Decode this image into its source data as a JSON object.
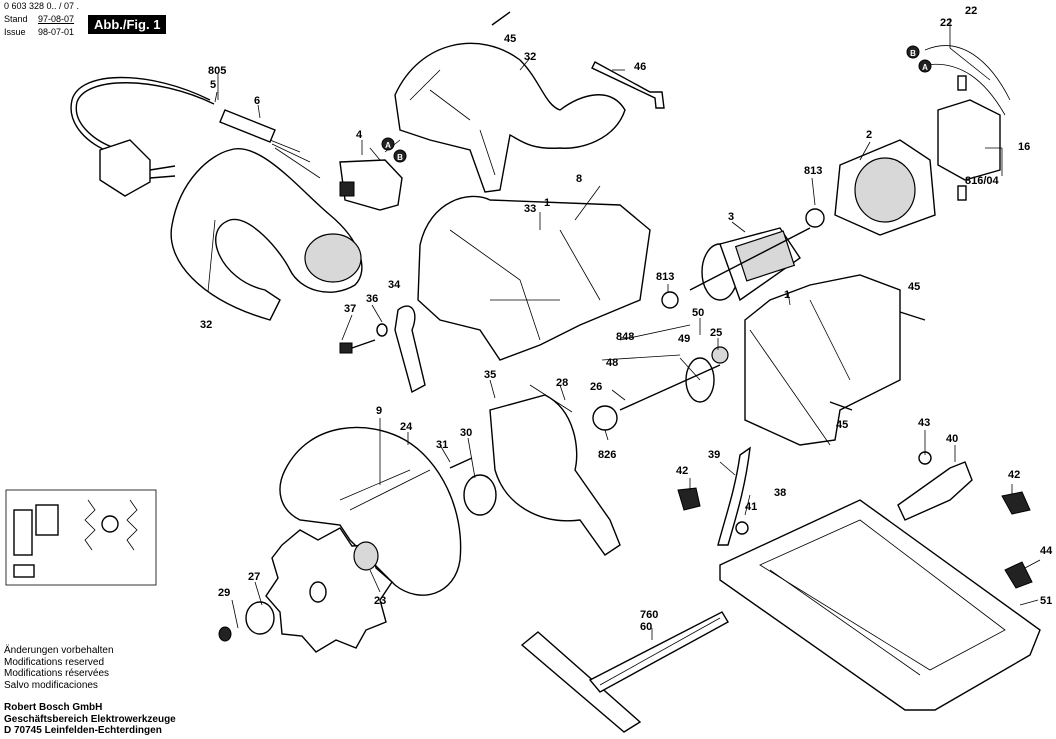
{
  "header": {
    "doc_number": "0 603 328 0.. / 07 .",
    "stand_label": "Stand",
    "stand_date": "97-08-07",
    "issue_label": "Issue",
    "issue_date": "98-07-01",
    "figure_label": "Abb./Fig. 1"
  },
  "notes": [
    "Änderungen vorbehalten",
    "Modifications reserved",
    "Modifications réservées",
    "Salvo modificaciones"
  ],
  "company": [
    "Robert Bosch GmbH",
    "Geschäftsbereich Elektrowerkzeuge",
    "D 70745 Leinfelden-Echterdingen"
  ],
  "connectors": {
    "a": "A",
    "b": "B"
  },
  "part_labels": [
    "805",
    "5",
    "6",
    "4",
    "45",
    "32",
    "46",
    "22",
    "22",
    "2",
    "16",
    "816/04",
    "813",
    "8",
    "1",
    "33",
    "3",
    "813",
    "50",
    "25",
    "1",
    "45",
    "848",
    "49",
    "48",
    "26",
    "35",
    "28",
    "826",
    "45",
    "9",
    "24",
    "31",
    "30",
    "37",
    "36",
    "34",
    "32",
    "43",
    "40",
    "42",
    "39",
    "42",
    "41",
    "38",
    "44",
    "51",
    "29",
    "27",
    "23",
    "760",
    "60"
  ]
}
